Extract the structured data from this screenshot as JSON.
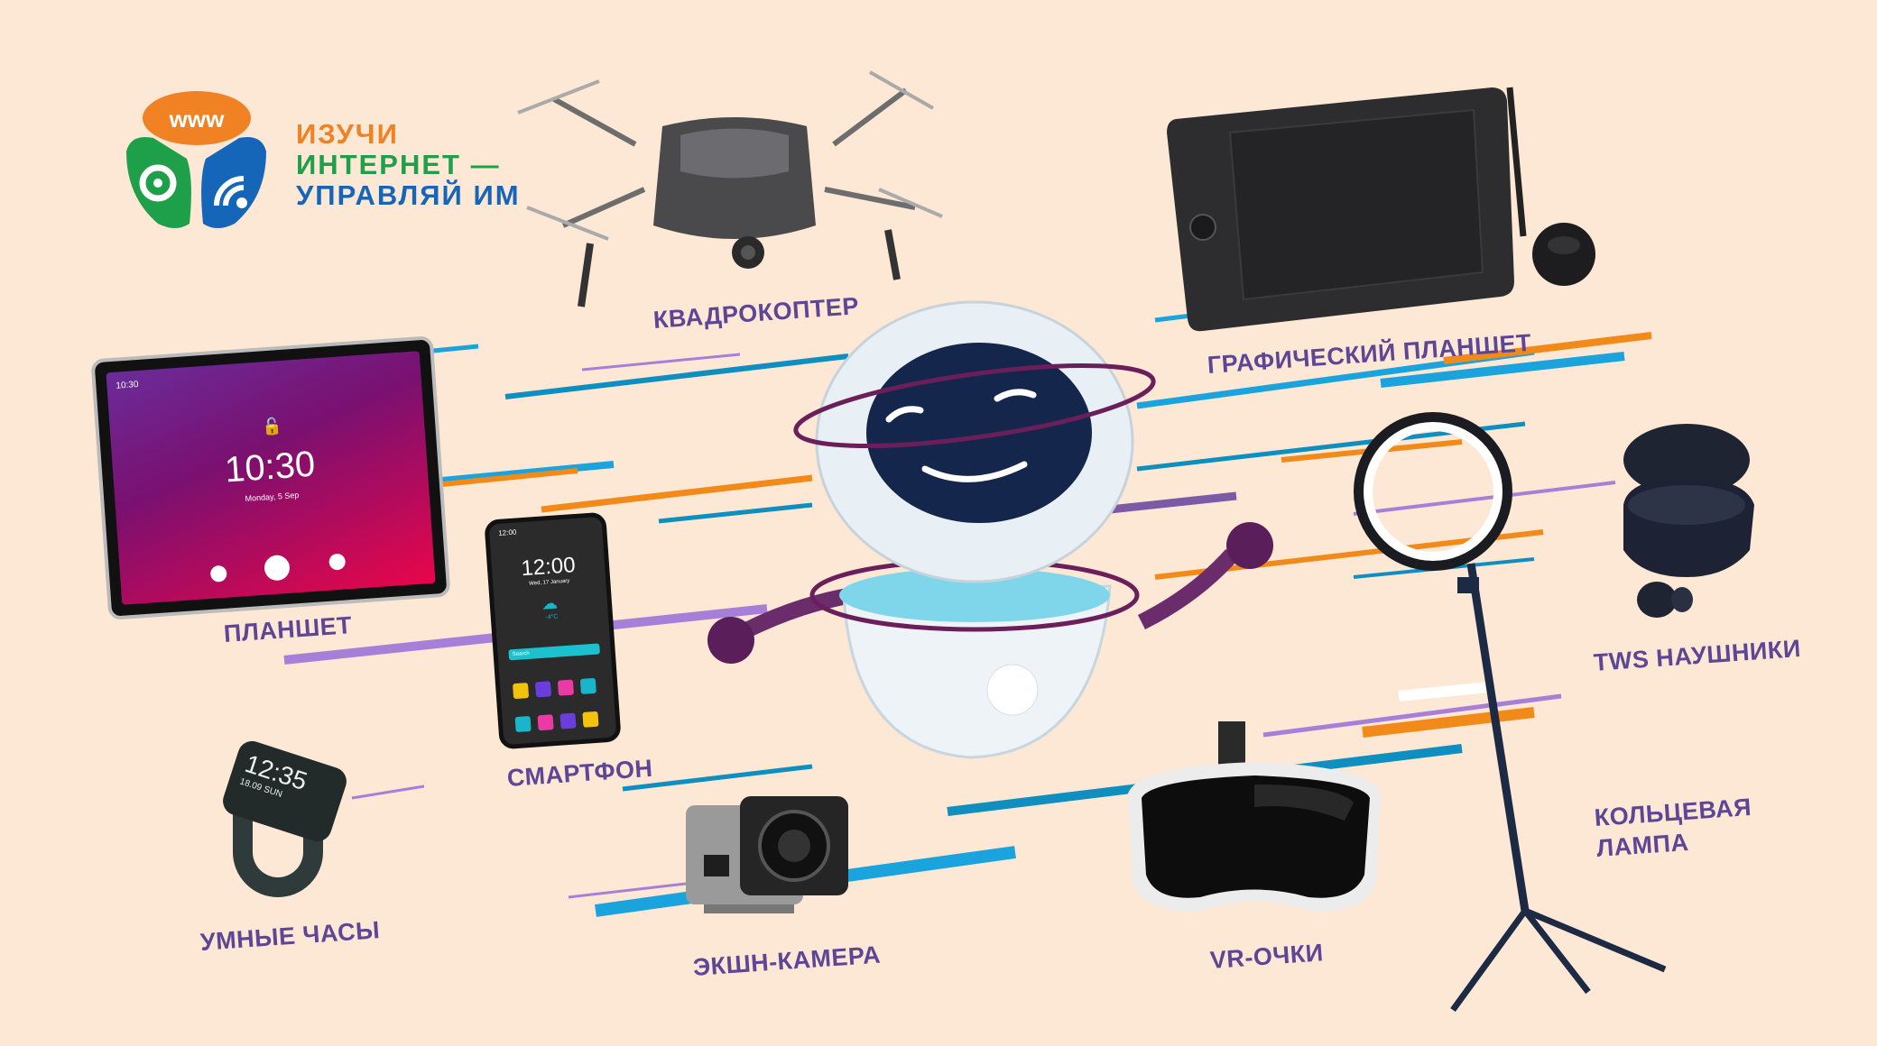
{
  "logo": {
    "badge_text": "www",
    "line1": "ИЗУЧИ",
    "line2": "ИНТЕРНЕТ —",
    "line3": "УПРАВЛЯЙ ИМ",
    "colors": {
      "orange": "#f08224",
      "green": "#1ea04b",
      "blue": "#1565b8"
    }
  },
  "devices": [
    {
      "id": "drone",
      "label": "КВАДРОКОПТЕР"
    },
    {
      "id": "graphic-tablet",
      "label": "ГРАФИЧЕСКИЙ ПЛАНШЕТ"
    },
    {
      "id": "tablet",
      "label": "ПЛАНШЕТ"
    },
    {
      "id": "smartphone",
      "label": "СМАРТФОН"
    },
    {
      "id": "smartwatch",
      "label": "УМНЫЕ ЧАСЫ"
    },
    {
      "id": "action-camera",
      "label": "ЭКШН-КАМЕРА"
    },
    {
      "id": "vr-headset",
      "label": "VR-ОЧКИ"
    },
    {
      "id": "ring-lamp",
      "label": "КОЛЬЦЕВАЯ ЛАМПА"
    },
    {
      "id": "tws-earbuds",
      "label": "TWS НАУШНИКИ"
    }
  ],
  "tablet_screen": {
    "status_time": "10:30",
    "time": "10:30",
    "date": "Monday, 5 Sep"
  },
  "phone_screen": {
    "status_time": "12:00",
    "time": "12:00",
    "date": "Wed, 17 January",
    "temp": "-4°C",
    "search": "Search"
  },
  "watch_screen": {
    "time": "12:35",
    "date": "18.09 SUN"
  },
  "label_color": "#5e4696"
}
